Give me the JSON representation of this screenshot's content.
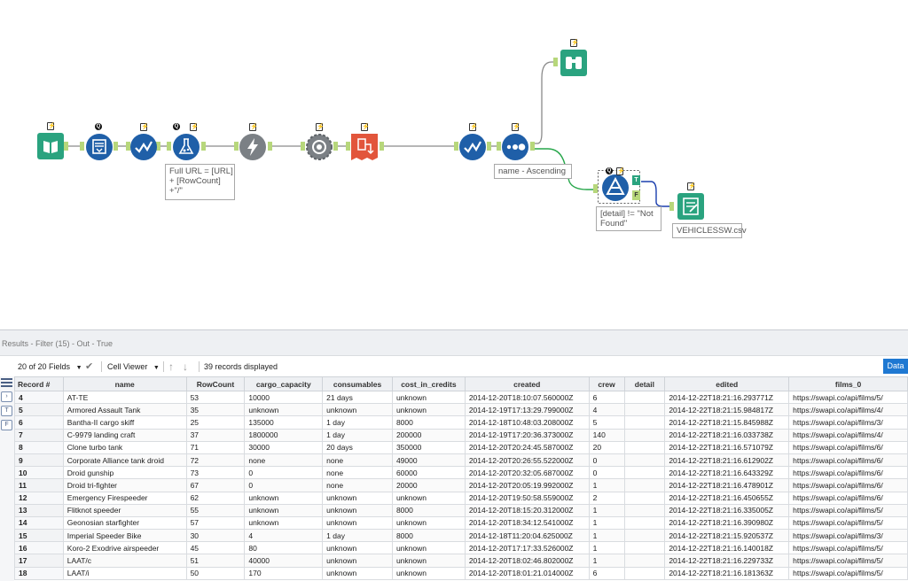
{
  "canvas": {
    "annotations": {
      "formula": "Full URL = [URL]\n+ [RowCount]\n+\"/\"",
      "sort": "name - Ascending",
      "filter": "[detail] != \"Not\nFound\"",
      "output": "VEHICLESSW.csv"
    },
    "filter_anchors": {
      "true_label": "T",
      "false_label": "F"
    },
    "badges": {
      "bolt": "⚡",
      "q": "Q"
    },
    "tool_icons": [
      "input-data-icon",
      "text-to-columns-icon",
      "select-icon",
      "formula-icon",
      "download-icon",
      "json-parse-icon",
      "cross-tab-icon",
      "select-icon",
      "sort-icon",
      "browse-icon",
      "filter-icon",
      "output-data-icon"
    ],
    "colors": {
      "input_green": "#2aa37f",
      "prep_blue": "#1f5fa8",
      "developer_gray": "#7b8085",
      "transform_orange": "#e2553b",
      "connector": "#8a8a8a",
      "connector_green": "#26a64a",
      "connector_blue": "#1b3fae"
    }
  },
  "results": {
    "title": "Results - Filter (15) - Out - True",
    "toolbar": {
      "fields": "20 of 20 Fields",
      "cell_viewer": "Cell Viewer",
      "records": "39 records displayed",
      "data_button": "Data"
    },
    "side_icons": [
      "T",
      "F"
    ],
    "columns": [
      "Record #",
      "name",
      "RowCount",
      "cargo_capacity",
      "consumables",
      "cost_in_credits",
      "created",
      "crew",
      "detail",
      "edited",
      "films_0"
    ],
    "rows": [
      [
        "4",
        "AT-TE",
        "53",
        "10000",
        "21 days",
        "unknown",
        "2014-12-20T18:10:07.560000Z",
        "6",
        "",
        "2014-12-22T18:21:16.293771Z",
        "https://swapi.co/api/films/5/"
      ],
      [
        "5",
        "Armored Assault Tank",
        "35",
        "unknown",
        "unknown",
        "unknown",
        "2014-12-19T17:13:29.799000Z",
        "4",
        "",
        "2014-12-22T18:21:15.984817Z",
        "https://swapi.co/api/films/4/"
      ],
      [
        "6",
        "Bantha-II cargo skiff",
        "25",
        "135000",
        "1 day",
        "8000",
        "2014-12-18T10:48:03.208000Z",
        "5",
        "",
        "2014-12-22T18:21:15.845988Z",
        "https://swapi.co/api/films/3/"
      ],
      [
        "7",
        "C-9979 landing craft",
        "37",
        "1800000",
        "1 day",
        "200000",
        "2014-12-19T17:20:36.373000Z",
        "140",
        "",
        "2014-12-22T18:21:16.033738Z",
        "https://swapi.co/api/films/4/"
      ],
      [
        "8",
        "Clone turbo tank",
        "71",
        "30000",
        "20 days",
        "350000",
        "2014-12-20T20:24:45.587000Z",
        "20",
        "",
        "2014-12-22T18:21:16.571079Z",
        "https://swapi.co/api/films/6/"
      ],
      [
        "9",
        "Corporate Alliance tank droid",
        "72",
        "none",
        "none",
        "49000",
        "2014-12-20T20:26:55.522000Z",
        "0",
        "",
        "2014-12-22T18:21:16.612902Z",
        "https://swapi.co/api/films/6/"
      ],
      [
        "10",
        "Droid gunship",
        "73",
        "0",
        "none",
        "60000",
        "2014-12-20T20:32:05.687000Z",
        "0",
        "",
        "2014-12-22T18:21:16.643329Z",
        "https://swapi.co/api/films/6/"
      ],
      [
        "11",
        "Droid tri-fighter",
        "67",
        "0",
        "none",
        "20000",
        "2014-12-20T20:05:19.992000Z",
        "1",
        "",
        "2014-12-22T18:21:16.478901Z",
        "https://swapi.co/api/films/6/"
      ],
      [
        "12",
        "Emergency Firespeeder",
        "62",
        "unknown",
        "unknown",
        "unknown",
        "2014-12-20T19:50:58.559000Z",
        "2",
        "",
        "2014-12-22T18:21:16.450655Z",
        "https://swapi.co/api/films/6/"
      ],
      [
        "13",
        "Flitknot speeder",
        "55",
        "unknown",
        "unknown",
        "8000",
        "2014-12-20T18:15:20.312000Z",
        "1",
        "",
        "2014-12-22T18:21:16.335005Z",
        "https://swapi.co/api/films/5/"
      ],
      [
        "14",
        "Geonosian starfighter",
        "57",
        "unknown",
        "unknown",
        "unknown",
        "2014-12-20T18:34:12.541000Z",
        "1",
        "",
        "2014-12-22T18:21:16.390980Z",
        "https://swapi.co/api/films/5/"
      ],
      [
        "15",
        "Imperial Speeder Bike",
        "30",
        "4",
        "1 day",
        "8000",
        "2014-12-18T11:20:04.625000Z",
        "1",
        "",
        "2014-12-22T18:21:15.920537Z",
        "https://swapi.co/api/films/3/"
      ],
      [
        "16",
        "Koro-2 Exodrive airspeeder",
        "45",
        "80",
        "unknown",
        "unknown",
        "2014-12-20T17:17:33.526000Z",
        "1",
        "",
        "2014-12-22T18:21:16.140018Z",
        "https://swapi.co/api/films/5/"
      ],
      [
        "17",
        "LAAT/c",
        "51",
        "40000",
        "unknown",
        "unknown",
        "2014-12-20T18:02:46.802000Z",
        "1",
        "",
        "2014-12-22T18:21:16.229733Z",
        "https://swapi.co/api/films/5/"
      ],
      [
        "18",
        "LAAT/i",
        "50",
        "170",
        "unknown",
        "unknown",
        "2014-12-20T18:01:21.014000Z",
        "6",
        "",
        "2014-12-22T18:21:16.181363Z",
        "https://swapi.co/api/films/5/"
      ]
    ]
  }
}
